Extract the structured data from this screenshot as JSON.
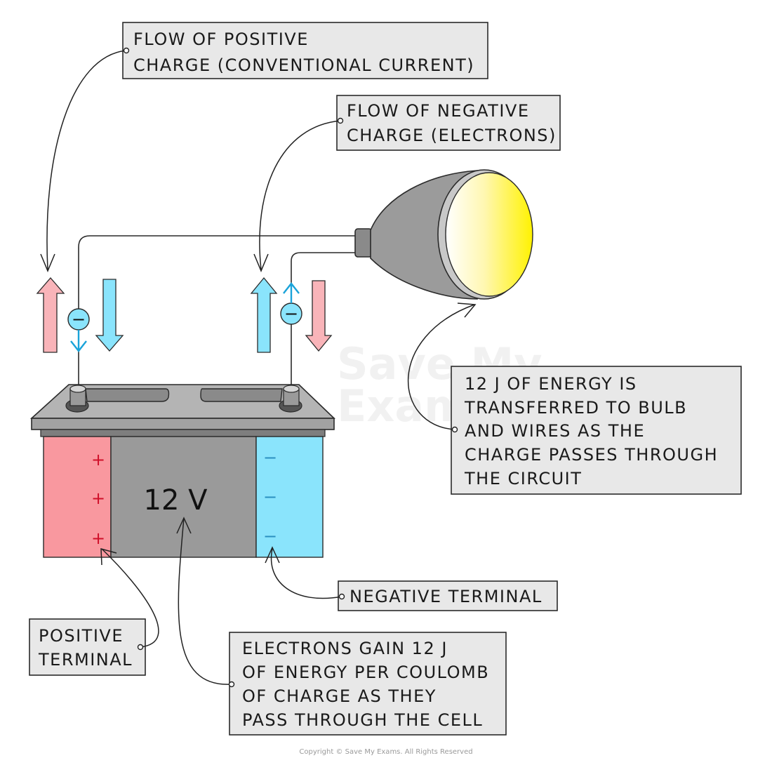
{
  "labels": {
    "positive_flow": [
      "FLOW OF POSITIVE",
      "CHARGE (CONVENTIONAL CURRENT)"
    ],
    "negative_flow": [
      "FLOW OF NEGATIVE",
      "CHARGE (ELECTRONS)"
    ],
    "energy_transfer": [
      "12 J OF ENERGY IS",
      "TRANSFERRED TO BULB",
      "AND WIRES AS THE",
      "CHARGE  PASSES THROUGH",
      "THE CIRCUIT"
    ],
    "negative_terminal": "NEGATIVE TERMINAL",
    "positive_terminal": [
      "POSITIVE",
      "TERMINAL"
    ],
    "electrons_gain": [
      "ELECTRONS GAIN 12 J",
      "OF ENERGY PER COULOMB",
      "OF CHARGE AS THEY",
      "PASS THROUGH THE CELL"
    ]
  },
  "battery": {
    "voltage": "12 V",
    "plus_symbols": [
      "+",
      "+",
      "+"
    ],
    "minus_symbols": [
      "−",
      "−",
      "−"
    ]
  },
  "electron_symbol": "−",
  "watermark": [
    "Save My",
    "Exams"
  ],
  "copyright": "Copyright © Save My Exams. All Rights Reserved",
  "colors": {
    "positive": "#f9989f",
    "negative": "#8ae4fc",
    "battery_body": "#9a9a9a",
    "bulb_glow": "#fff200",
    "label_box": "#e8e8e8"
  }
}
